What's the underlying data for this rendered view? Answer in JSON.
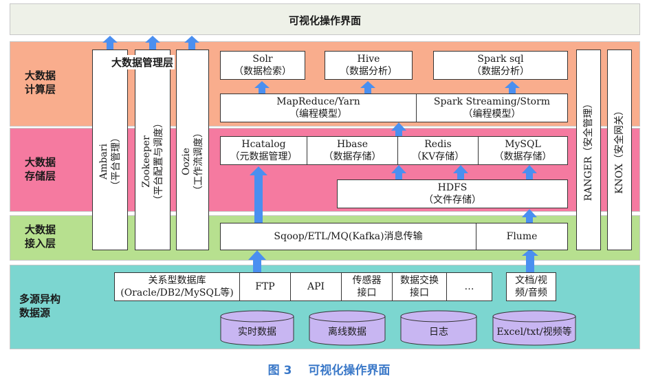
{
  "title": "可视化操作界面",
  "caption": {
    "label": "图 3",
    "text": "可视化操作界面"
  },
  "layers": {
    "compute": "大数据\n计算层",
    "storage": "大数据\n存储层",
    "access": "大数据\n接入层",
    "source": "多源异构\n数据源"
  },
  "management": {
    "title": "大数据管理层",
    "ambari": "Ambari\n（平台管理）",
    "zookeeper": "Zookeeper\n（平台配置与调度）",
    "oozie": "Oozie\n（工作流调度）"
  },
  "security": {
    "ranger": "RANGER（安全管理）",
    "knox": "KNOX（安全网关）"
  },
  "compute": {
    "solr": {
      "name": "Solr",
      "desc": "（数据检索）"
    },
    "hive": {
      "name": "Hive",
      "desc": "（数据分析）"
    },
    "spark_sql": {
      "name": "Spark sql",
      "desc": "（数据分析）"
    },
    "mapreduce": {
      "name": "MapReduce/Yarn",
      "desc": "（编程模型）"
    },
    "spark_streaming": {
      "name": "Spark Streaming/Storm",
      "desc": "（编程模型）"
    }
  },
  "storage": {
    "hcatalog": {
      "name": "Hcatalog",
      "desc": "（元数据管理）"
    },
    "hbase": {
      "name": "Hbase",
      "desc": "（数据存储）"
    },
    "redis": {
      "name": "Redis",
      "desc": "（KV存储）"
    },
    "mysql": {
      "name": "MySQL",
      "desc": "（数据存储）"
    },
    "hdfs": {
      "name": "HDFS",
      "desc": "（文件存储）"
    }
  },
  "access": {
    "sqoop": "Sqoop/ETL/MQ(Kafka)消息传输",
    "flume": "Flume"
  },
  "sources": {
    "relational": {
      "name": "关系型数据库",
      "desc": "(Oracle/DB2/MySQL等)"
    },
    "ftp": "FTP",
    "api": "API",
    "sensor": {
      "name": "传感器",
      "desc": "接口"
    },
    "exchange": {
      "name": "数据交换",
      "desc": "接口"
    },
    "more": "…",
    "docs": {
      "name": "文档/视",
      "desc": "频/音频"
    }
  },
  "databases": [
    "实时数据",
    "离线数据",
    "日志",
    "Excel/txt/视频等"
  ],
  "colors": {
    "top": "#eef1e8",
    "compute": "#f9ad8d",
    "storage": "#f57aa0",
    "access": "#b7e08f",
    "source": "#7cd6d0",
    "arrow": "#4a8ff0",
    "cylinder": "#c8b6f2",
    "caption": "#3a78c8"
  }
}
